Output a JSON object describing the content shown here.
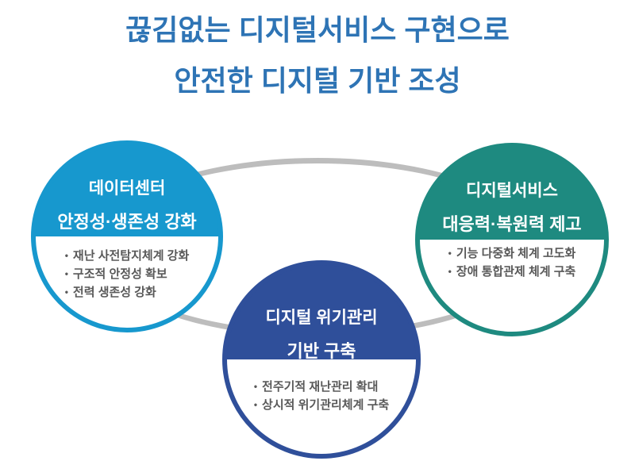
{
  "title": {
    "line1": "끊김없는 디지털서비스 구현으로",
    "line2": "안전한 디지털 기반 조성",
    "color": "#2e74b5"
  },
  "connector": {
    "color": "#bdbdbd"
  },
  "bullet_text_color": "#595959",
  "circles": [
    {
      "name": "데이터센터 안정성·생존성 강화",
      "title_line1": "데이터센터",
      "title_line2": "안정성·생존성 강화",
      "color": "#1798ce",
      "bullets": [
        "재난 사전탐지체계 강화",
        "구조적 안정성 확보",
        "전력 생존성 강화"
      ]
    },
    {
      "name": "디지털서비스 대응력·복원력 제고",
      "title_line1": "디지털서비스",
      "title_line2": "대응력·복원력 제고",
      "color": "#1e8a80",
      "bullets": [
        "기능 다중화 체계 고도화",
        "장애 통합관제 체계 구축"
      ]
    },
    {
      "name": "디지털 위기관리 기반 구축",
      "title_line1": "디지털 위기관리",
      "title_line2": "기반 구축",
      "color": "#2f4f9a",
      "bullets": [
        "전주기적 재난관리 확대",
        "상시적 위기관리체계 구축"
      ]
    }
  ]
}
